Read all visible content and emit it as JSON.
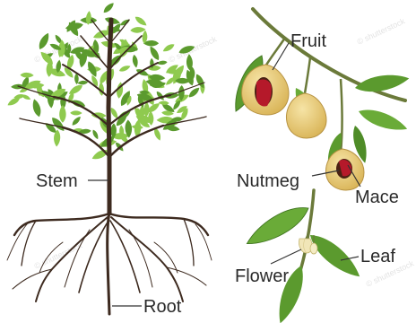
{
  "labels": {
    "stem": "Stem",
    "root": "Root",
    "fruit": "Fruit",
    "nutmeg": "Nutmeg",
    "mace": "Mace",
    "leaf": "Leaf",
    "flower": "Flower"
  },
  "colors": {
    "trunk": "#3d2a1f",
    "leaf_light": "#8fca4f",
    "leaf_dark": "#5b9a2e",
    "fruit": "#e7c972",
    "mace": "#b5192a",
    "seed": "#4a2113",
    "label_line": "#333333"
  }
}
